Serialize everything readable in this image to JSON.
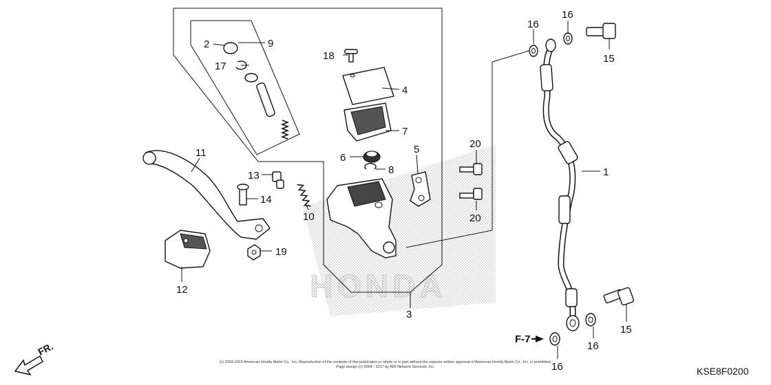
{
  "diagram": {
    "code": "KSE8F0200",
    "ref_label": "F-7",
    "direction_label": "FR.",
    "copyright_line1": "(c) 2003-2013 American Honda Motor Co., Inc. Reproduction of the contents of this publication in whole or in part without the express written approval of American Honda Motor Co., Inc. is prohibited.",
    "copyright_line2": "Page design (c) 2004 - 2017 by ARI Network Services, Inc.",
    "watermark_text": "HONDA"
  },
  "callouts": [
    {
      "id": "c1",
      "label": "1"
    },
    {
      "id": "c2",
      "label": "2"
    },
    {
      "id": "c3",
      "label": "3"
    },
    {
      "id": "c4",
      "label": "4"
    },
    {
      "id": "c5",
      "label": "5"
    },
    {
      "id": "c6",
      "label": "6"
    },
    {
      "id": "c7",
      "label": "7"
    },
    {
      "id": "c8",
      "label": "8"
    },
    {
      "id": "c9",
      "label": "9"
    },
    {
      "id": "c10",
      "label": "10"
    },
    {
      "id": "c11",
      "label": "11"
    },
    {
      "id": "c12",
      "label": "12"
    },
    {
      "id": "c13",
      "label": "13"
    },
    {
      "id": "c14",
      "label": "14"
    },
    {
      "id": "c15a",
      "label": "15"
    },
    {
      "id": "c15b",
      "label": "15"
    },
    {
      "id": "c16a",
      "label": "16"
    },
    {
      "id": "c16b",
      "label": "16"
    },
    {
      "id": "c16c",
      "label": "16"
    },
    {
      "id": "c16d",
      "label": "16"
    },
    {
      "id": "c17",
      "label": "17"
    },
    {
      "id": "c18",
      "label": "18"
    },
    {
      "id": "c19",
      "label": "19"
    },
    {
      "id": "c20a",
      "label": "20"
    },
    {
      "id": "c20b",
      "label": "20"
    }
  ]
}
